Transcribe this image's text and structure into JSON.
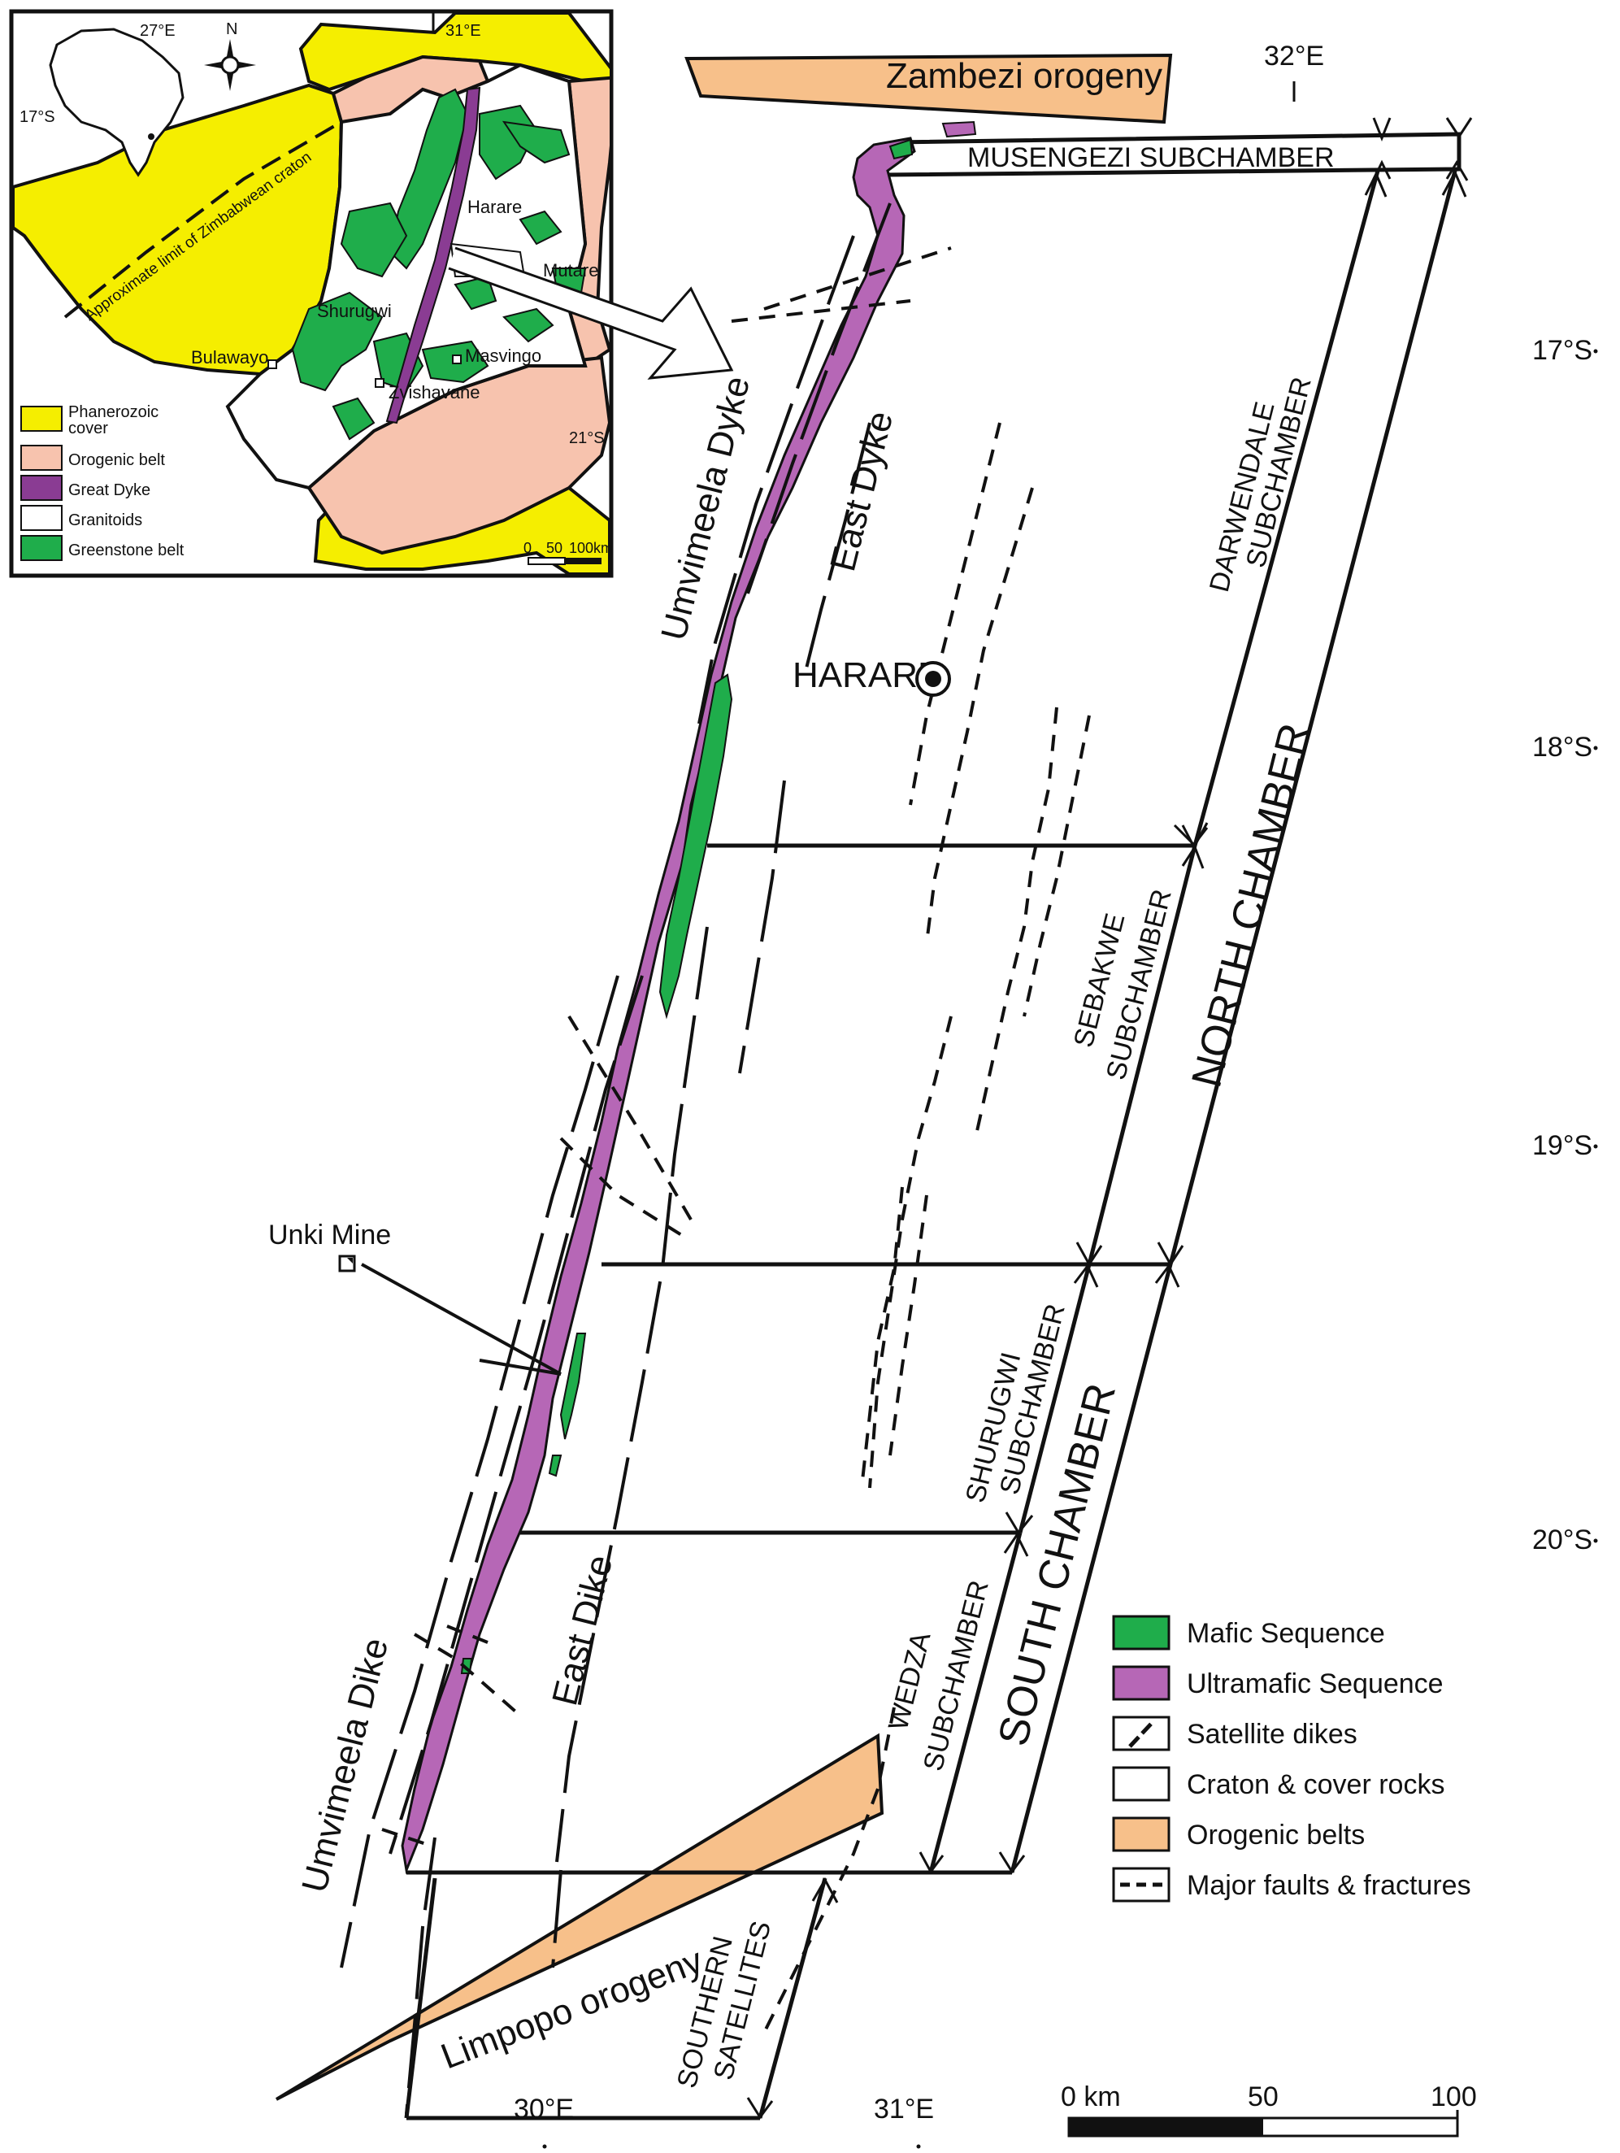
{
  "colors": {
    "mafic": "#1fad4b",
    "ultramafic": "#b667b6",
    "orogenic": "#f7c08a",
    "phanerozoic": "#f5ee00",
    "orogenic_inset": "#f7c3ae",
    "granitoids": "#ffffff",
    "greenstone": "#1fad4b",
    "ink": "#111111"
  },
  "inset": {
    "lat_lon": {
      "lon_27": "27°E",
      "lon_31": "31°E",
      "lat_17": "17°S",
      "lat_21": "21°S"
    },
    "cities": {
      "harare": "Harare",
      "mutare": "Mutare",
      "shurugwi": "Shurugwi",
      "bulawayo": "Bulawayo",
      "masvingo": "Masvingo",
      "zvishavane": "Zvishavane"
    },
    "craton_limit": "Approximate limit of Zimbabwean craton",
    "compass_n": "N",
    "scale": {
      "zero": "0",
      "fifty": "50",
      "hundred": "100km"
    },
    "legend": [
      {
        "label": "Phanerozoic cover",
        "color": "#f5ee00"
      },
      {
        "label": "Orogenic belt",
        "color": "#f7c3ae"
      },
      {
        "label": "Great Dyke",
        "color": "#8a3c93"
      },
      {
        "label": "Granitoids",
        "color": "#ffffff"
      },
      {
        "label": "Greenstone belt",
        "color": "#1fad4b"
      }
    ]
  },
  "main": {
    "coords": {
      "lon_32": "32°E",
      "lon_30": "30°E",
      "lon_31": "31°E",
      "lat_17": "17°S",
      "lat_18": "18°S",
      "lat_19": "19°S",
      "lat_20": "20°S"
    },
    "labels": {
      "zambezi": "Zambezi orogeny",
      "musengezi": "MUSENGEZI SUBCHAMBER",
      "umvimeela_dyke": "Umvimeela Dyke",
      "east_dyke": "East Dyke",
      "harare": "HARARE",
      "darwendale_1": "DARWENDALE",
      "darwendale_2": "SUBCHAMBER",
      "sebakwe_1": "SEBAKWE",
      "sebakwe_2": "SUBCHAMBER",
      "north_chamber": "NORTH CHAMBER",
      "unki": "Unki Mine",
      "shurugwi_1": "SHURUGWI",
      "shurugwi_2": "SUBCHAMBER",
      "south_chamber": "SOUTH CHAMBER",
      "wedza_1": "WEDZA",
      "wedza_2": "SUBCHAMBER",
      "umvimeela_dike": "Umvimeela Dike",
      "east_dike": "East Dike",
      "limpopo": "Limpopo orogeny",
      "southern_1": "SOUTHERN",
      "southern_2": "SATELLITES"
    },
    "legend": [
      {
        "label": "Mafic Sequence",
        "kind": "mafic"
      },
      {
        "label": "Ultramafic Sequence",
        "kind": "ultramafic"
      },
      {
        "label": "Satellite dikes",
        "kind": "dike"
      },
      {
        "label": "Craton & cover rocks",
        "kind": "craton"
      },
      {
        "label": "Orogenic belts",
        "kind": "orogenic"
      },
      {
        "label": "Major faults & fractures",
        "kind": "fault"
      }
    ],
    "scale": {
      "zero": "0 km",
      "fifty": "50",
      "hundred": "100"
    }
  }
}
